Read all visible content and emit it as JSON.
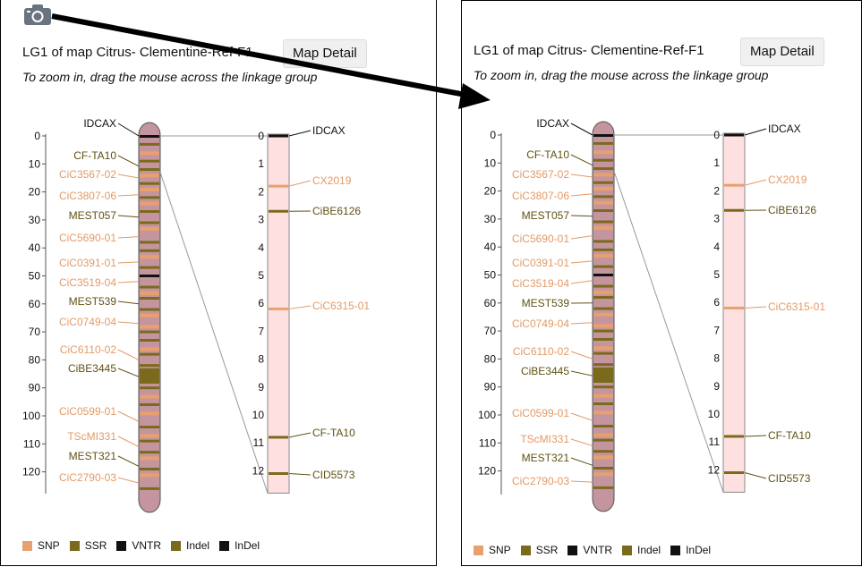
{
  "left": {
    "title": "LG1 of map Citrus- Clementine-Ref-F1",
    "subtitle": "To zoom in, drag the mouse across the linkage group",
    "button_label": "Map Detail",
    "camera_icon": "camera-icon"
  },
  "right": {
    "title": "LG1 of map Citrus- Clementine-Ref-F1",
    "subtitle": "To zoom in, drag the mouse across the linkage group",
    "button_label": "Map Detail"
  },
  "colors": {
    "SNP": "#e8a06e",
    "SSR": "#7a6a1c",
    "VNTR": "#111111",
    "Indel": "#7a6a1c",
    "InDel": "#111111",
    "chromosome_fill": "#c4959e",
    "zoom_fill": "#ffe0e0",
    "snp_text": "#e39a66",
    "ssr_text": "#5f5215"
  },
  "main_axis_ticks": [
    "0",
    "10",
    "20",
    "30",
    "40",
    "50",
    "60",
    "70",
    "80",
    "90",
    "100",
    "110",
    "120"
  ],
  "zoom_axis_ticks": [
    "0",
    "1",
    "2",
    "3",
    "4",
    "5",
    "6",
    "7",
    "8",
    "9",
    "10",
    "11",
    "12"
  ],
  "main_markers": [
    {
      "name": "IDCAX",
      "type": "VNTR",
      "pos": 0
    },
    {
      "name": "CF-TA10",
      "type": "SSR",
      "pos": 10.8
    },
    {
      "name": "CiC3567-02",
      "type": "SNP",
      "pos": 15
    },
    {
      "name": "CiC3807-06",
      "type": "SNP",
      "pos": 21
    },
    {
      "name": "MEST057",
      "type": "SSR",
      "pos": 29
    },
    {
      "name": "CiC5690-01",
      "type": "SNP",
      "pos": 36
    },
    {
      "name": "CiC0391-01",
      "type": "SNP",
      "pos": 45
    },
    {
      "name": "CiC3519-04",
      "type": "SNP",
      "pos": 52
    },
    {
      "name": "MEST539",
      "type": "SSR",
      "pos": 60
    },
    {
      "name": "CiC0749-04",
      "type": "SNP",
      "pos": 67
    },
    {
      "name": "CiC6110-02",
      "type": "SNP",
      "pos": 80
    },
    {
      "name": "CiBE3445",
      "type": "SSR",
      "pos": 86
    },
    {
      "name": "CiC0599-01",
      "type": "SNP",
      "pos": 102
    },
    {
      "name": "TScMI331",
      "type": "SNP",
      "pos": 111
    },
    {
      "name": "MEST321",
      "type": "SSR",
      "pos": 118
    },
    {
      "name": "CiC2790-03",
      "type": "SNP",
      "pos": 124
    }
  ],
  "zoom_markers": [
    {
      "name": "IDCAX",
      "type": "VNTR",
      "pos": 0
    },
    {
      "name": "CX2019",
      "type": "SNP",
      "pos": 1.8
    },
    {
      "name": "CiBE6126",
      "type": "SSR",
      "pos": 2.7
    },
    {
      "name": "CiC6315-01",
      "type": "SNP",
      "pos": 6.2
    },
    {
      "name": "CF-TA10",
      "type": "SSR",
      "pos": 10.8
    },
    {
      "name": "CID5573",
      "type": "SSR",
      "pos": 12.1
    }
  ],
  "legend": [
    {
      "label": "SNP",
      "color": "#e8a06e"
    },
    {
      "label": "SSR",
      "color": "#7a6a1c"
    },
    {
      "label": "VNTR",
      "color": "#111111"
    },
    {
      "label": "Indel",
      "color": "#7a6a1c"
    },
    {
      "label": "InDel",
      "color": "#111111"
    }
  ]
}
